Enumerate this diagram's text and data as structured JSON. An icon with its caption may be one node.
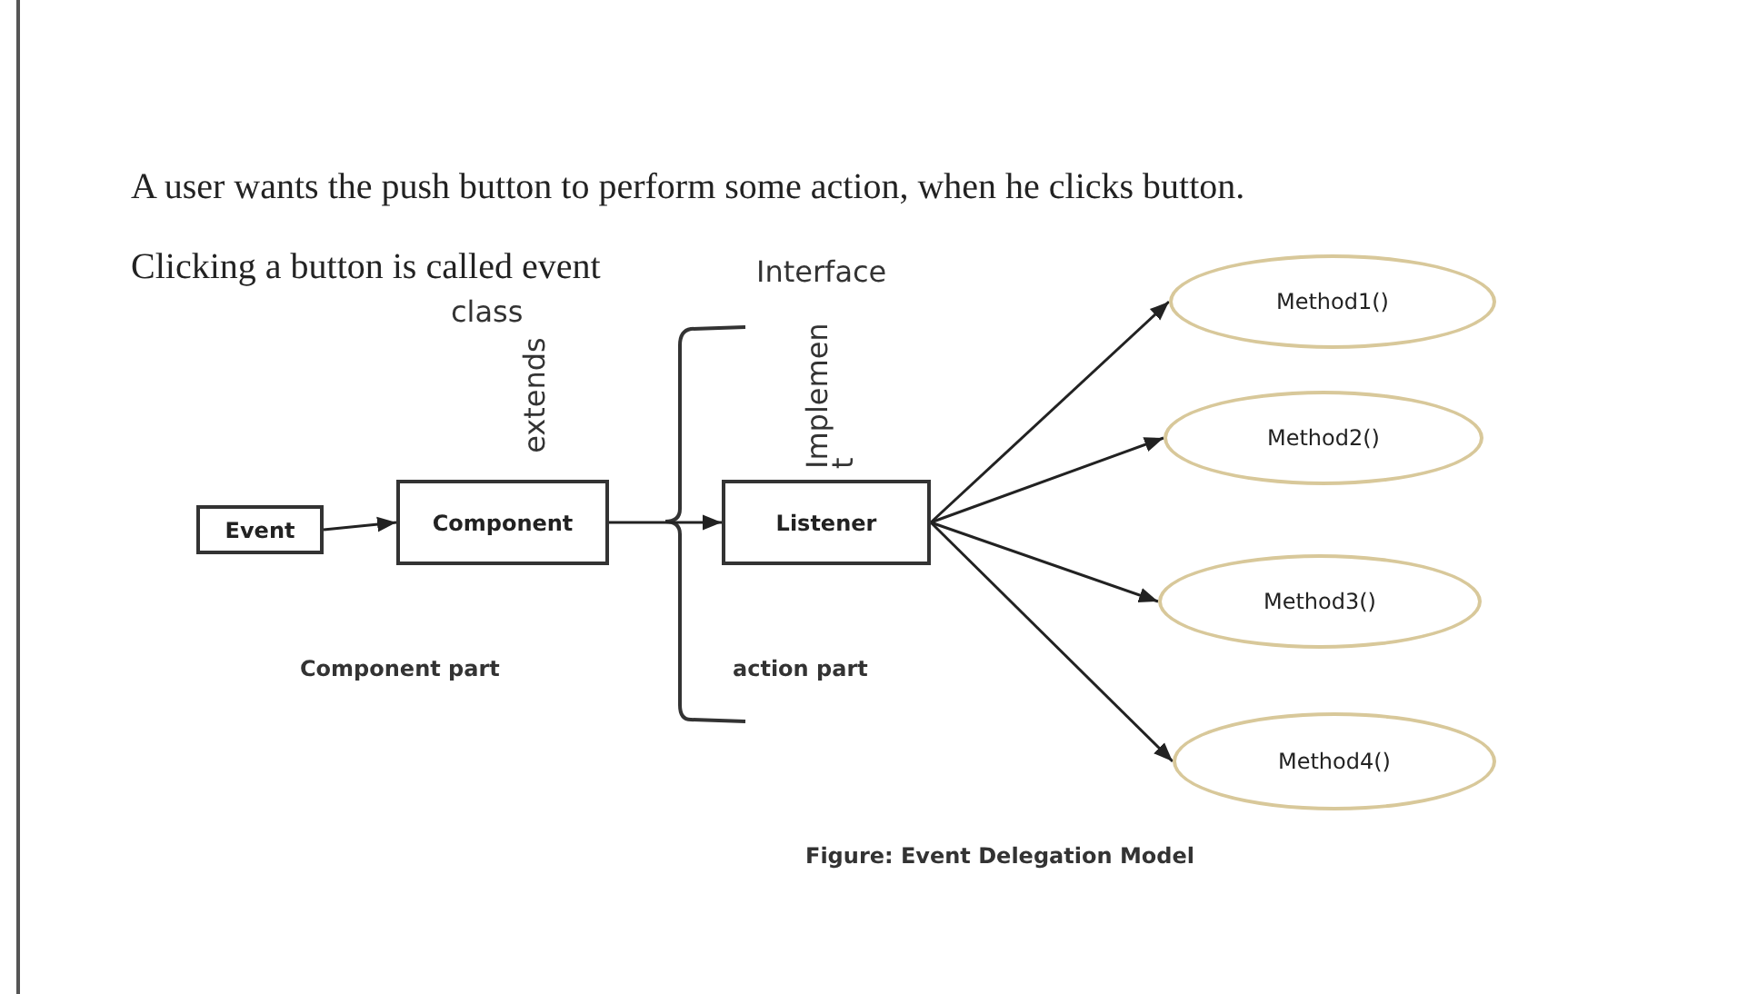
{
  "diagram": {
    "caption": "Figure: Event Delegation Model",
    "nodes": [
      {
        "text": [
          "Event"
        ]
      },
      {
        "text": [
          "Component"
        ]
      },
      {
        "text": [
          "Listener"
        ]
      },
      {
        "text": [
          "Method1()"
        ]
      },
      {
        "text": [
          "Method2()"
        ]
      },
      {
        "text": [
          "Method3()"
        ]
      },
      {
        "text": [
          "Method4()"
        ]
      }
    ],
    "edges": [
      {
        "from": 0,
        "to": 1,
        "arrow": "to"
      },
      {
        "from": 1,
        "to": 2,
        "arrow": "to"
      },
      {
        "from": 2,
        "to": 3,
        "arrow": "to"
      },
      {
        "from": 2,
        "to": 4,
        "arrow": "to"
      },
      {
        "from": 2,
        "to": 5,
        "arrow": "to"
      },
      {
        "from": 2,
        "to": 6,
        "arrow": "to"
      }
    ],
    "labels": [
      "A user wants the push button to perform some action, when he clicks button.",
      "Clicking a button is called event",
      "class",
      "extends",
      "Interface",
      "Implemen t",
      "Component part",
      "action part"
    ]
  }
}
